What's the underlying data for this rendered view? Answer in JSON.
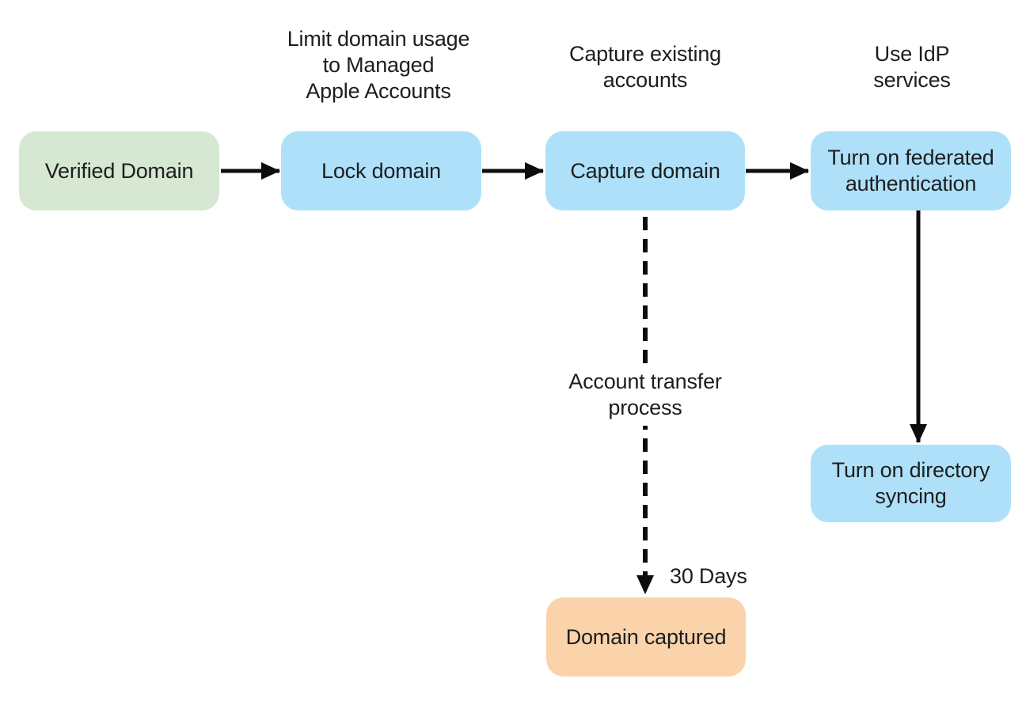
{
  "diagram": {
    "background": "#ffffff",
    "nodes": {
      "verified_domain": {
        "label": "Verified Domain",
        "fill": "#d6e8d1",
        "role": "start"
      },
      "lock_domain": {
        "label": "Lock domain",
        "fill": "#aee1f9",
        "role": "process"
      },
      "capture_domain": {
        "label": "Capture domain",
        "fill": "#aee1f9",
        "role": "process"
      },
      "federated_auth": {
        "label": "Turn on federated authentication",
        "fill": "#aee1f9",
        "role": "process"
      },
      "directory_syncing": {
        "label": "Turn on directory syncing",
        "fill": "#aee1f9",
        "role": "process"
      },
      "domain_captured": {
        "label": "Domain captured",
        "fill": "#fbd3ab",
        "role": "end"
      }
    },
    "annotations": {
      "limit_note": "Limit domain usage\nto Managed\nApple Accounts",
      "capture_note": "Capture existing\naccounts",
      "idp_note": "Use IdP\nservices",
      "transfer_note": "Account transfer\nprocess",
      "duration_note": "30 Days"
    },
    "edges": [
      {
        "from": "verified_domain",
        "to": "lock_domain",
        "style": "solid"
      },
      {
        "from": "lock_domain",
        "to": "capture_domain",
        "style": "solid"
      },
      {
        "from": "capture_domain",
        "to": "federated_auth",
        "style": "solid"
      },
      {
        "from": "federated_auth",
        "to": "directory_syncing",
        "style": "solid"
      },
      {
        "from": "capture_domain",
        "to": "domain_captured",
        "style": "dashed",
        "label": "Account transfer process",
        "duration": "30 Days"
      }
    ],
    "colors": {
      "arrow": "#0d0d0d",
      "text": "#1d1d1f",
      "start_fill": "#d6e8d1",
      "process_fill": "#aee1f9",
      "end_fill": "#fbd3ab"
    }
  }
}
